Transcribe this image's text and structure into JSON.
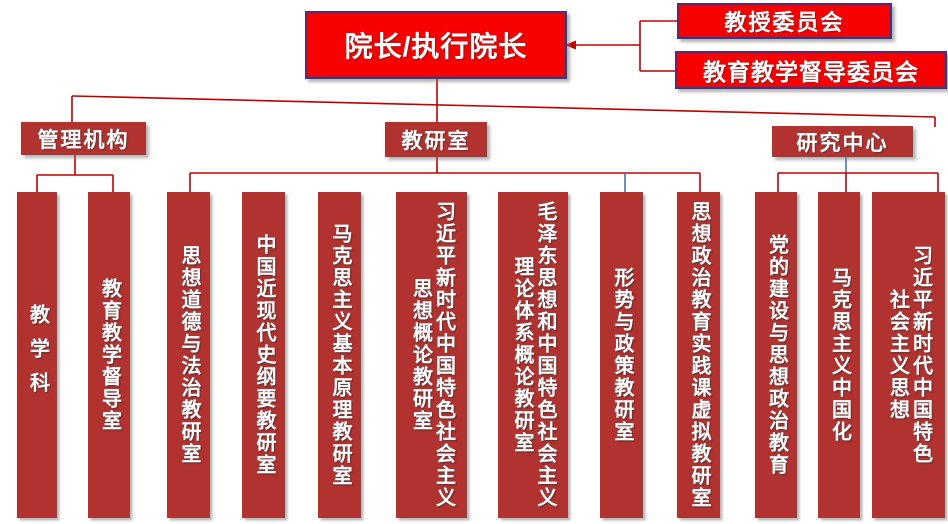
{
  "colors": {
    "bright_red": "#f80000",
    "dark_red": "#b23230",
    "line_red": "#c00000",
    "line_blue": "#4472c4",
    "border_navy": "#2d3a8f",
    "text": "#ffffff"
  },
  "root": {
    "title": "院长/执行院长"
  },
  "committees": [
    {
      "label": "教授委员会"
    },
    {
      "label": "教育教学督导委员会"
    }
  ],
  "groups": [
    {
      "label": "管理机构",
      "children": [
        {
          "lines": [
            "教学科"
          ]
        },
        {
          "lines": [
            "教育教学督导室"
          ]
        }
      ]
    },
    {
      "label": "教研室",
      "children": [
        {
          "lines": [
            "思想道德与法治教研室"
          ]
        },
        {
          "lines": [
            "中国近现代史纲要教研室"
          ]
        },
        {
          "lines": [
            "马克思主义基本原理教研室"
          ]
        },
        {
          "lines": [
            "习近平新时代中国特色社会主义",
            "思想概论教研室"
          ]
        },
        {
          "lines": [
            "毛泽东思想和中国特色社会主义",
            "理论体系概论教研室"
          ]
        },
        {
          "lines": [
            "形势与政策教研室"
          ]
        },
        {
          "lines": [
            "思想政治教育实践课虚拟教研室"
          ]
        }
      ]
    },
    {
      "label": "研究中心",
      "children": [
        {
          "lines": [
            "党的建设与思想政治教育"
          ]
        },
        {
          "lines": [
            "马克思主义中国化"
          ]
        },
        {
          "lines": [
            "习近平新时代中国特色",
            "社会主义思想"
          ]
        }
      ]
    }
  ]
}
